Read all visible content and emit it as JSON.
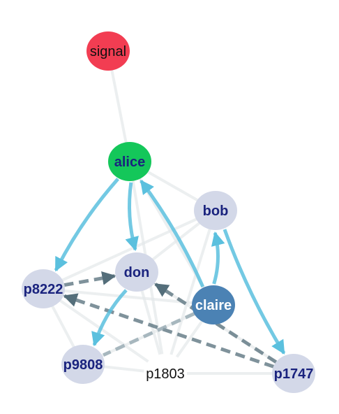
{
  "graph": {
    "nodes": [
      {
        "id": "signal",
        "label": "signal",
        "fill": "#f23d52",
        "text_color": "#111111",
        "bold": false
      },
      {
        "id": "alice",
        "label": "alice",
        "fill": "#14c75a",
        "text_color": "#1a237e",
        "bold": true
      },
      {
        "id": "bob",
        "label": "bob",
        "fill": "#d3d8e8",
        "text_color": "#1a237e",
        "bold": true
      },
      {
        "id": "don",
        "label": "don",
        "fill": "#d3d8e8",
        "text_color": "#1a237e",
        "bold": true
      },
      {
        "id": "p8222",
        "label": "p8222",
        "fill": "#d3d8e8",
        "text_color": "#1a237e",
        "bold": true
      },
      {
        "id": "claire",
        "label": "claire",
        "fill": "#4b82b4",
        "text_color": "#ffffff",
        "bold": true
      },
      {
        "id": "p9808",
        "label": "p9808",
        "fill": "#d3d8e8",
        "text_color": "#1a237e",
        "bold": true
      },
      {
        "id": "p1803",
        "label": "p1803",
        "fill": "#ffffff",
        "text_color": "#111111",
        "bold": false
      },
      {
        "id": "p1747",
        "label": "p1747",
        "fill": "#d3d8e8",
        "text_color": "#1a237e",
        "bold": true
      }
    ],
    "edges_faint": [
      [
        "signal",
        "alice"
      ],
      [
        "alice",
        "p1803"
      ],
      [
        "alice",
        "claire"
      ],
      [
        "alice",
        "bob"
      ],
      [
        "bob",
        "p8222"
      ],
      [
        "bob",
        "don"
      ],
      [
        "bob",
        "p1803"
      ],
      [
        "don",
        "p1747"
      ],
      [
        "don",
        "p1803"
      ],
      [
        "p8222",
        "p1803"
      ],
      [
        "p8222",
        "p9808"
      ],
      [
        "p8222",
        "claire"
      ],
      [
        "p9808",
        "p1803"
      ],
      [
        "p9808",
        "claire"
      ],
      [
        "claire",
        "p1803"
      ],
      [
        "p1803",
        "p1747"
      ]
    ],
    "edges_solid": [
      {
        "from": "alice",
        "to": "p8222",
        "color": "#5bc0de"
      },
      {
        "from": "alice",
        "to": "don",
        "color": "#5bc0de"
      },
      {
        "from": "claire",
        "to": "alice",
        "color": "#5bc0de"
      },
      {
        "from": "claire",
        "to": "bob",
        "color": "#5bc0de"
      },
      {
        "from": "bob",
        "to": "p1747",
        "color": "#5bc0de"
      },
      {
        "from": "don",
        "to": "p9808",
        "color": "#5bc0de"
      }
    ],
    "edges_dashed": [
      {
        "from": "p8222",
        "to": "don",
        "color": "#546e7a"
      },
      {
        "from": "p1747",
        "to": "don",
        "color": "#546e7a"
      },
      {
        "from": "p1747",
        "to": "p8222",
        "color": "#546e7a"
      },
      {
        "from": "claire",
        "to": "p9808",
        "color": "#90a4ae"
      }
    ]
  }
}
